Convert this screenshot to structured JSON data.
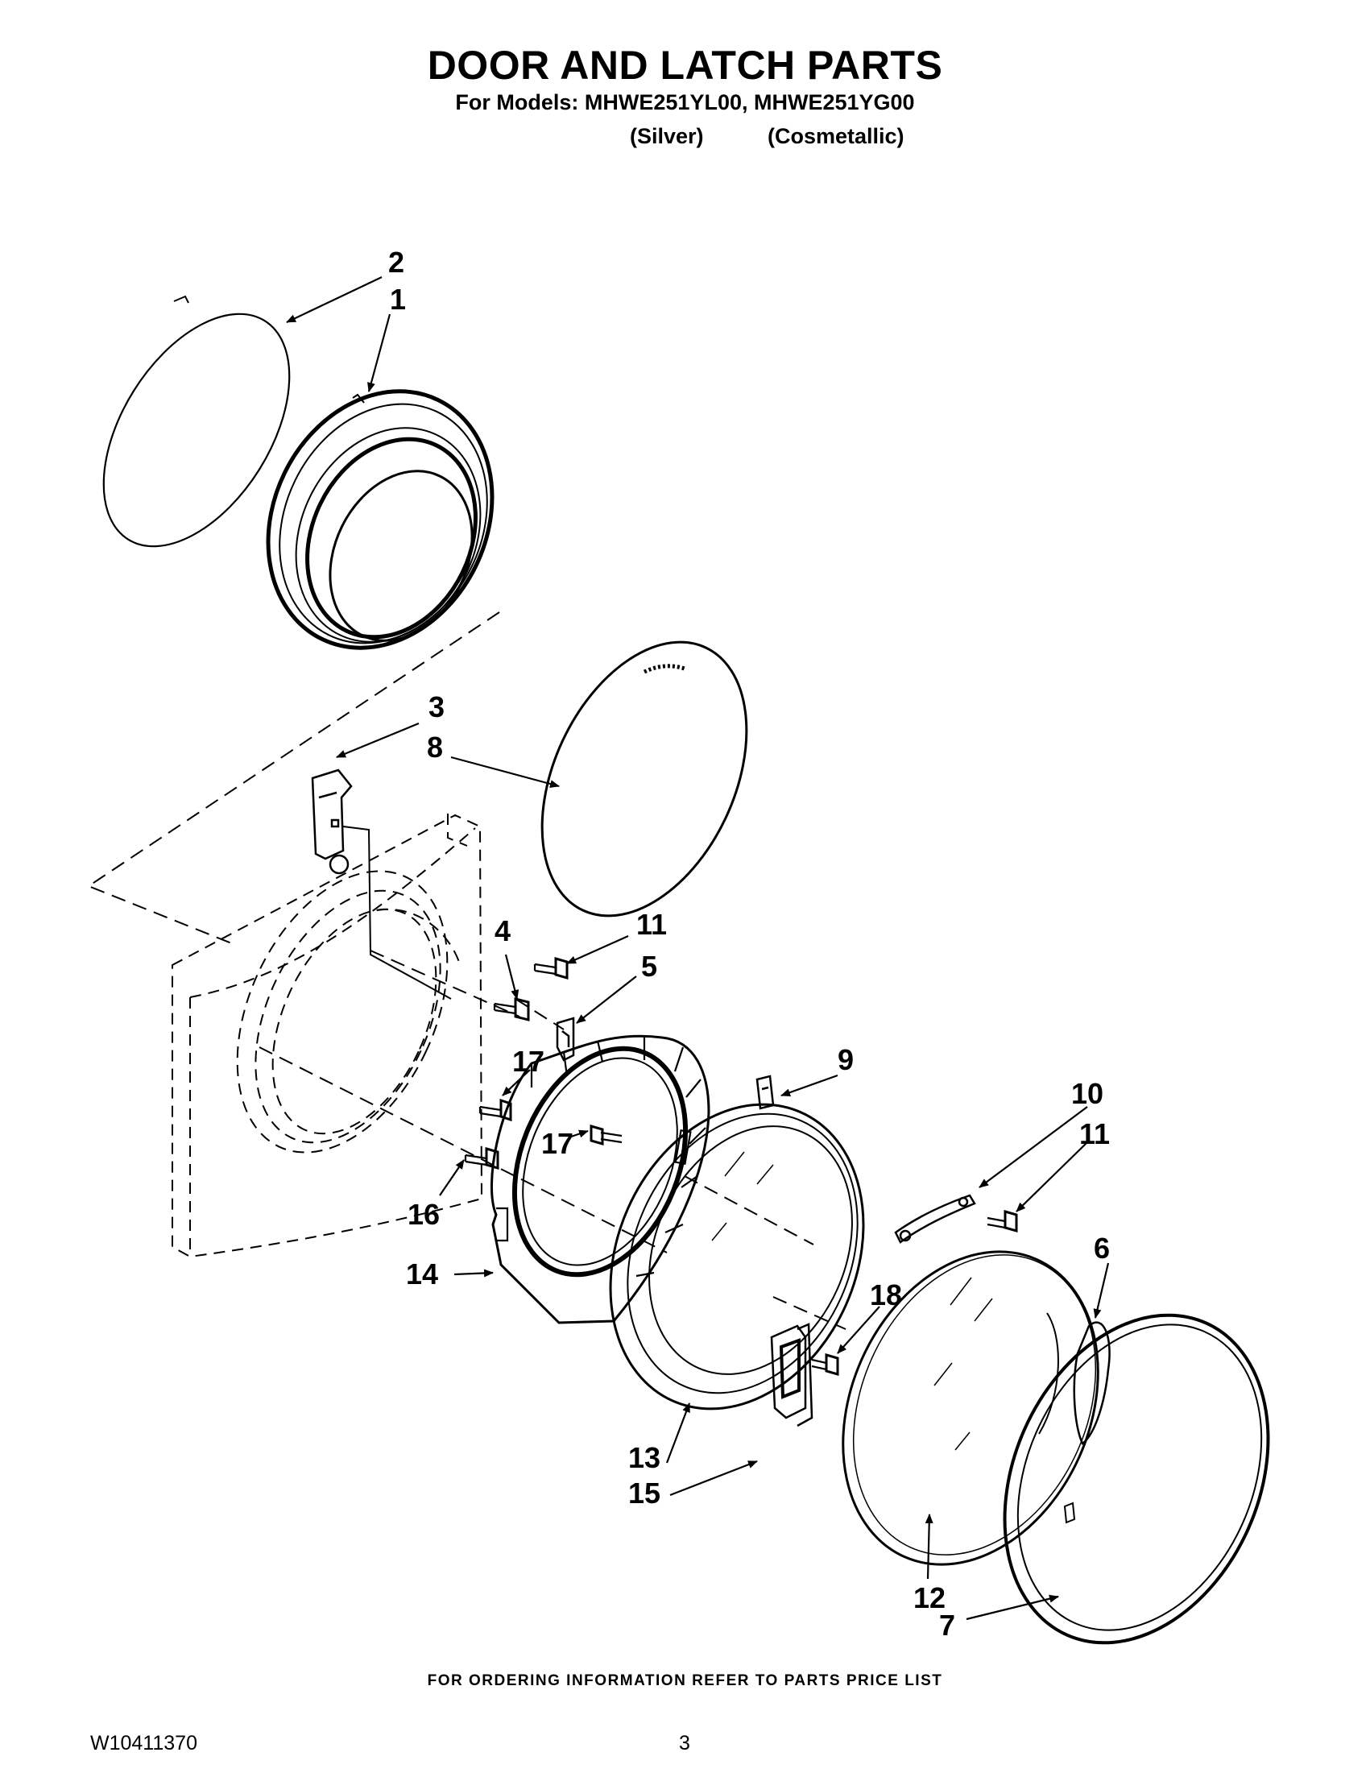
{
  "header": {
    "title": "DOOR AND LATCH PARTS",
    "models_line": "For Models: MHWE251YL00, MHWE251YG00",
    "variant_silver": "(Silver)",
    "variant_cosmetallic": "(Cosmetallic)"
  },
  "callouts": {
    "c1": "1",
    "c2": "2",
    "c3": "3",
    "c4": "4",
    "c5": "5",
    "c6": "6",
    "c7": "7",
    "c8": "8",
    "c9": "9",
    "c10": "10",
    "c11a": "11",
    "c11b": "11",
    "c12": "12",
    "c13": "13",
    "c14": "14",
    "c15": "15",
    "c16": "16",
    "c17a": "17",
    "c17b": "17",
    "c18": "18"
  },
  "footer": {
    "note": "FOR ORDERING INFORMATION REFER TO PARTS PRICE LIST",
    "doc_number": "W10411370",
    "page": "3"
  },
  "colors": {
    "ink": "#000000",
    "background": "#ffffff"
  }
}
